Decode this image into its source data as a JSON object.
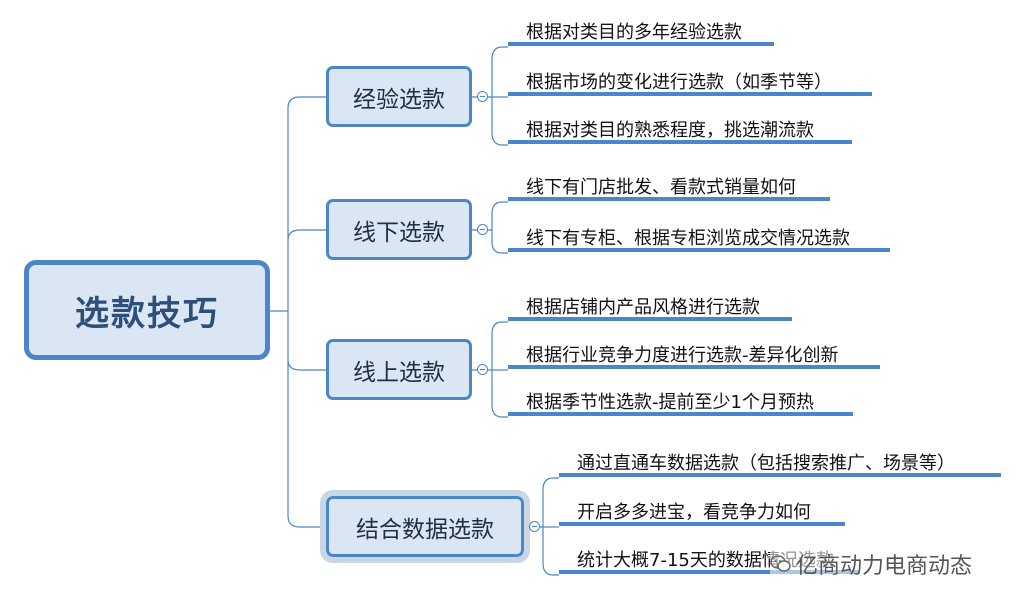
{
  "root": {
    "label": "选款技巧"
  },
  "branches": [
    {
      "label": "经验选款",
      "leaves": [
        "根据对类目的多年经验选款",
        "根据市场的变化进行选款（如季节等）",
        "根据对类目的熟悉程度，挑选潮流款"
      ]
    },
    {
      "label": "线下选款",
      "leaves": [
        "线下有门店批发、看款式销量如何",
        "线下有专柜、根据专柜浏览成交情况选款"
      ]
    },
    {
      "label": "线上选款",
      "leaves": [
        "根据店铺内产品风格进行选款",
        "根据行业竞争力度进行选款-差异化创新",
        "根据季节性选款-提前至少1个月预热"
      ]
    },
    {
      "label": "结合数据选款",
      "leaves": [
        "通过直通车数据选款（包括搜索推广、场景等）",
        "开启多多进宝，看竞争力如何",
        "统计大概7-15天的数据情况选款"
      ]
    }
  ],
  "watermark": {
    "text": "亿商动力电商动态",
    "icon": "wechat-icon"
  },
  "colors": {
    "accent": "#4a86c8",
    "fill": "#dbe6f4",
    "root_text": "#2d4f7a"
  }
}
